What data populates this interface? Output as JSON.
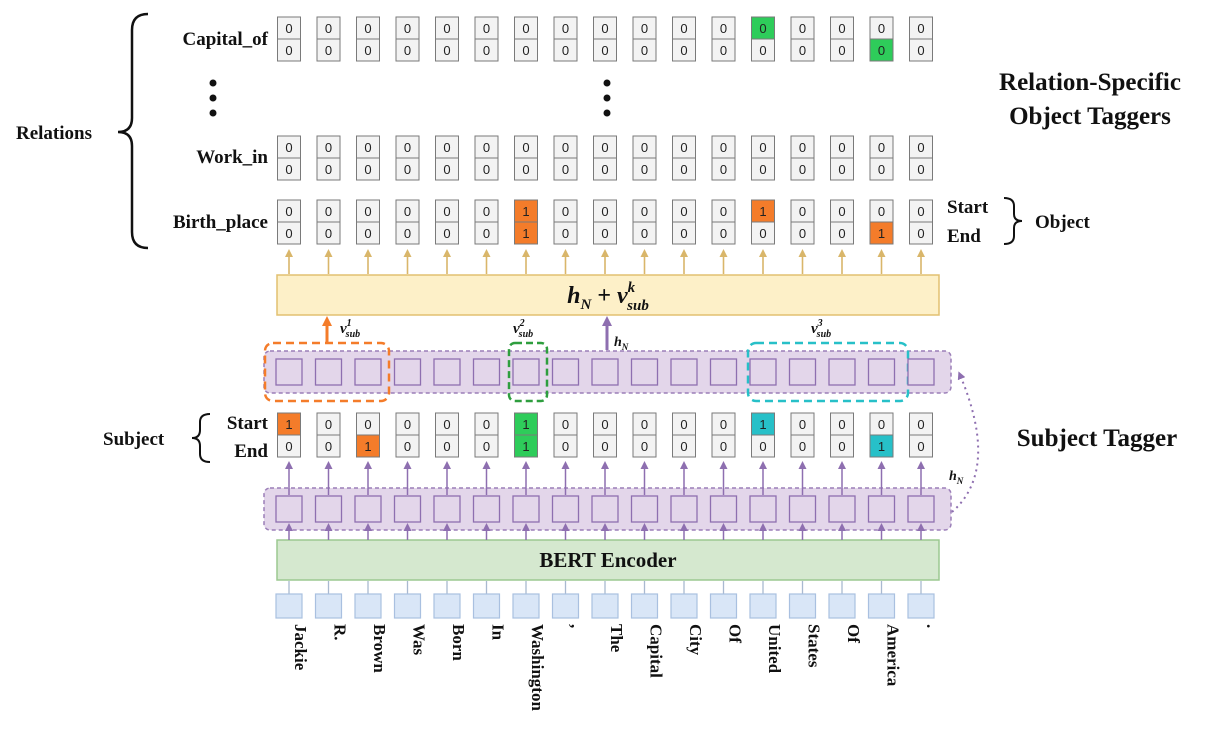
{
  "tokens": [
    "Jackie",
    "R.",
    "Brown",
    "Was",
    "Born",
    "In",
    "Washington",
    ",",
    "The",
    "Capital",
    "City",
    "Of",
    "United",
    "States",
    "Of",
    "America",
    "."
  ],
  "relations_label": "Relations",
  "title": {
    "line1": "Relation-Specific",
    "line2": "Object Taggers"
  },
  "subject_tagger_label": "Subject Tagger",
  "subject_label": "Subject",
  "object_label": "Object",
  "start_label": "Start",
  "end_label": "End",
  "bert_label": "BERT Encoder",
  "combine_label": {
    "main": "h",
    "main_sub": "N",
    "plus": " + ",
    "v": "v",
    "v_sup": "k",
    "v_sub": "sub"
  },
  "hn_label": {
    "main": "h",
    "sub": "N"
  },
  "vsub_labels": [
    {
      "main": "v",
      "sup": "1",
      "sub": "sub"
    },
    {
      "main": "v",
      "sup": "2",
      "sub": "sub"
    },
    {
      "main": "v",
      "sup": "3",
      "sub": "sub"
    }
  ],
  "relations": [
    {
      "name": "Capital_of",
      "start": [
        0,
        0,
        0,
        0,
        0,
        0,
        0,
        0,
        0,
        0,
        0,
        0,
        0,
        0,
        0,
        0,
        0
      ],
      "end": [
        0,
        0,
        0,
        0,
        0,
        0,
        0,
        0,
        0,
        0,
        0,
        0,
        0,
        0,
        0,
        0,
        0
      ]
    },
    {
      "name": "Work_in",
      "start": [
        0,
        0,
        0,
        0,
        0,
        0,
        0,
        0,
        0,
        0,
        0,
        0,
        0,
        0,
        0,
        0,
        0
      ],
      "end": [
        0,
        0,
        0,
        0,
        0,
        0,
        0,
        0,
        0,
        0,
        0,
        0,
        0,
        0,
        0,
        0,
        0
      ]
    },
    {
      "name": "Birth_place",
      "start": [
        0,
        0,
        0,
        0,
        0,
        0,
        1,
        0,
        0,
        0,
        0,
        0,
        1,
        0,
        0,
        0,
        0
      ],
      "end": [
        0,
        0,
        0,
        0,
        0,
        0,
        1,
        0,
        0,
        0,
        0,
        0,
        0,
        0,
        0,
        1,
        0
      ]
    }
  ],
  "subject_rows": {
    "start": [
      1,
      0,
      0,
      0,
      0,
      0,
      1,
      0,
      0,
      0,
      0,
      0,
      1,
      0,
      0,
      0,
      0
    ],
    "end": [
      0,
      0,
      1,
      0,
      0,
      0,
      1,
      0,
      0,
      0,
      0,
      0,
      0,
      0,
      0,
      1,
      0
    ]
  },
  "highlights": {
    "capital_start": [
      {
        "index": 12,
        "color": "#2ecc5a"
      }
    ],
    "capital_end": [
      {
        "index": 15,
        "color": "#2ecc5a"
      }
    ],
    "birth_start": [
      {
        "index": 6,
        "color": "#f47c2a"
      },
      {
        "index": 12,
        "color": "#f47c2a"
      }
    ],
    "birth_end": [
      {
        "index": 6,
        "color": "#f47c2a"
      },
      {
        "index": 15,
        "color": "#f47c2a"
      }
    ],
    "subject_start": [
      {
        "index": 0,
        "color": "#f47c2a"
      },
      {
        "index": 6,
        "color": "#2ecc5a"
      },
      {
        "index": 12,
        "color": "#27c0c8"
      }
    ],
    "subject_end": [
      {
        "index": 2,
        "color": "#f47c2a"
      },
      {
        "index": 6,
        "color": "#2ecc5a"
      },
      {
        "index": 15,
        "color": "#27c0c8"
      }
    ]
  },
  "capital_of_display": {
    "start": [
      0,
      0,
      0,
      0,
      0,
      0,
      0,
      0,
      0,
      0,
      0,
      0,
      0,
      0,
      0,
      0,
      0
    ],
    "end": [
      0,
      0,
      0,
      0,
      0,
      0,
      0,
      0,
      0,
      0,
      0,
      0,
      0,
      0,
      0,
      0,
      0
    ]
  },
  "colors": {
    "orange": "#f47c2a",
    "green": "#2ecc5a",
    "teal": "#27c0c8",
    "purple": "#8e6fb0",
    "purple_fill": "#e3d6ea",
    "token_fill": "#d9e6f7",
    "bert_fill": "#d5e8cf",
    "combine_fill": "#fdf0c8",
    "yellow_arrow": "#d9b66a"
  }
}
